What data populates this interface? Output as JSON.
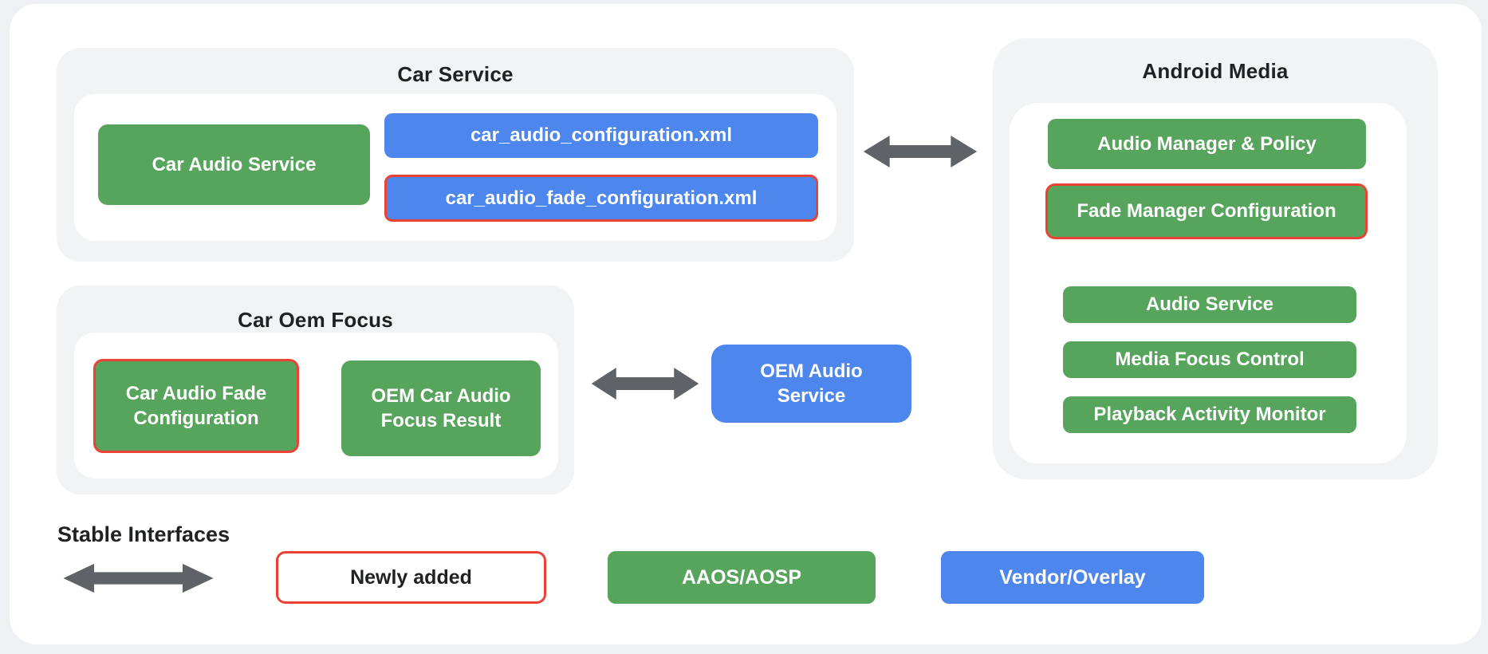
{
  "diagram": {
    "car_service": {
      "title": "Car Service",
      "car_audio_service": "Car Audio Service",
      "config_xml": "car_audio_configuration.xml",
      "fade_config_xml": "car_audio_fade_configuration.xml"
    },
    "android_media": {
      "title": "Android Media",
      "audio_manager_policy": "Audio Manager & Policy",
      "fade_manager_configuration": "Fade Manager Configuration",
      "audio_service": "Audio Service",
      "media_focus_control": "Media Focus Control",
      "playback_activity_monitor": "Playback Activity Monitor"
    },
    "car_oem_focus": {
      "title": "Car Oem Focus",
      "car_audio_fade_configuration": "Car Audio Fade Configuration",
      "oem_car_audio_focus_result": "OEM Car Audio Focus Result"
    },
    "oem_audio_service": {
      "label": "OEM Audio Service"
    },
    "legend": {
      "stable_interfaces": "Stable Interfaces",
      "newly_added": "Newly added",
      "aaos_aosp": "AAOS/AOSP",
      "vendor_overlay": "Vendor/Overlay"
    },
    "colors": {
      "aaos_green": "#57a45d",
      "vendor_blue": "#4d86ec",
      "newly_added_red": "#ea4335",
      "arrow_gray": "#5f6368",
      "container_gray": "#f1f3f4",
      "card_white": "#ffffff",
      "page_background": "#eef0f3",
      "text_dark": "#202124"
    }
  }
}
